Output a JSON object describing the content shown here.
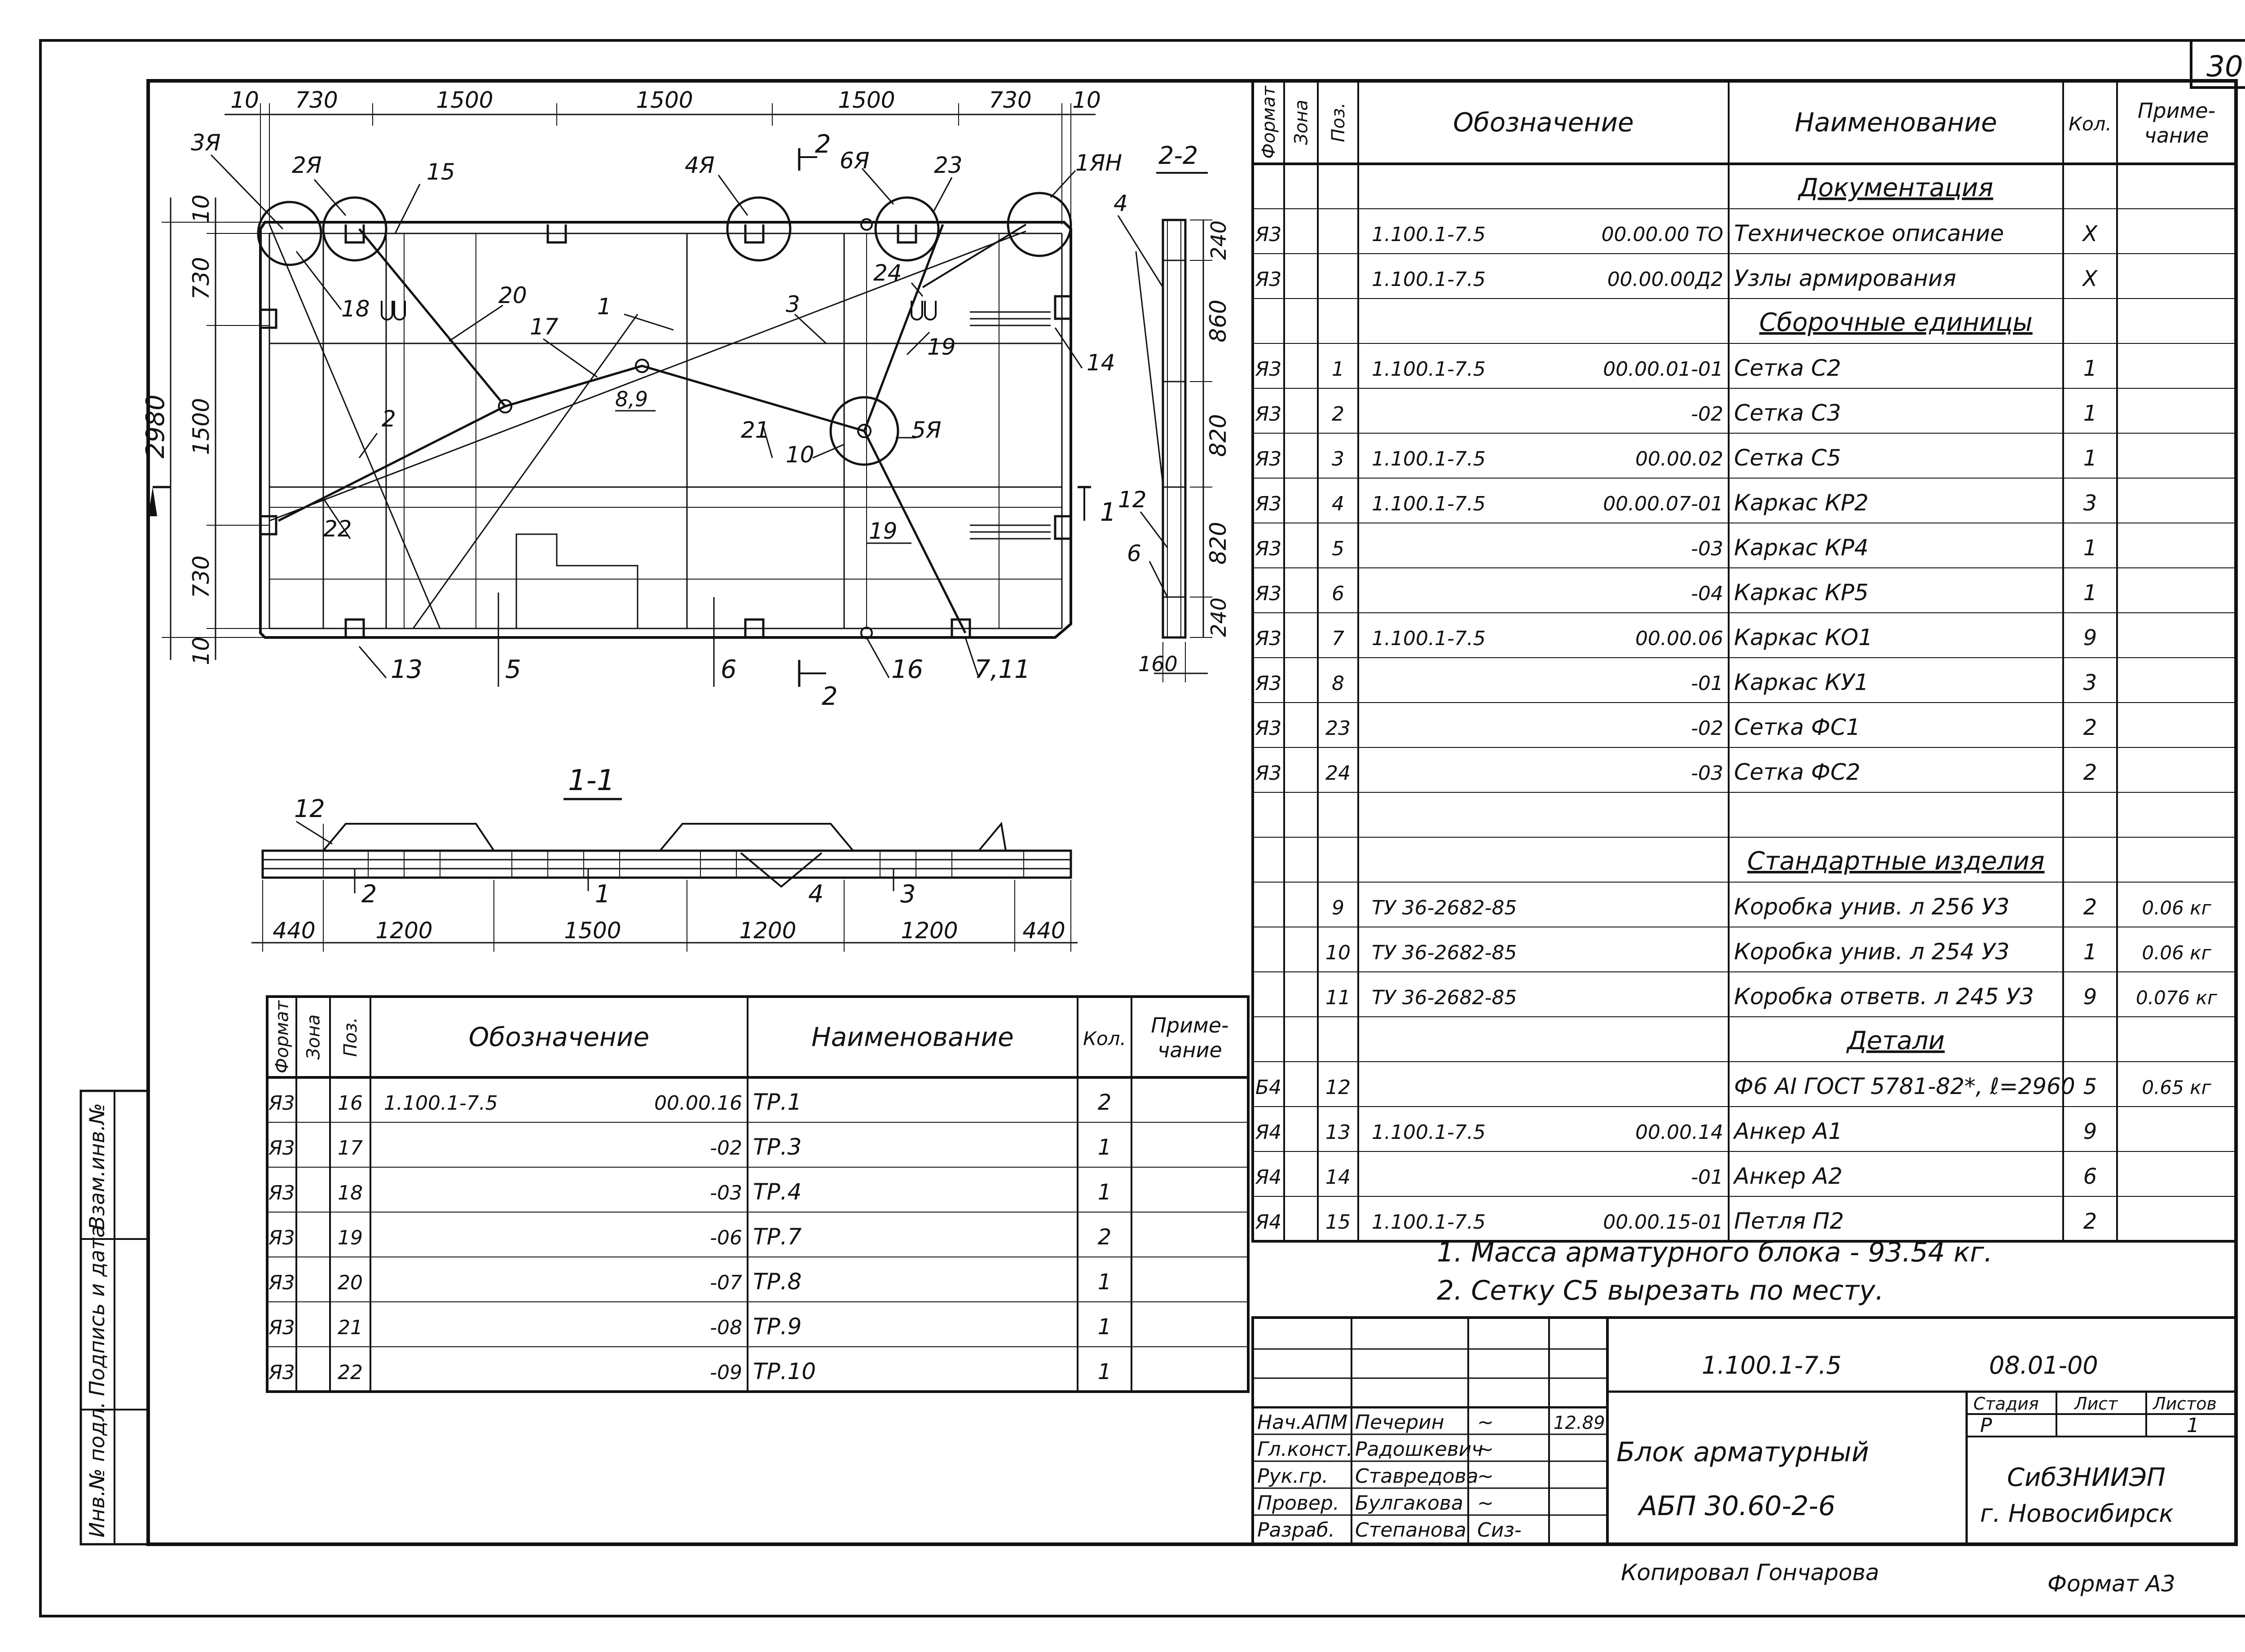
{
  "sheet_number": "30",
  "plan": {
    "top_dims": [
      "10",
      "730",
      "1500",
      "1500",
      "1500",
      "730",
      "10"
    ],
    "left_dims": [
      "10",
      "730",
      "1500",
      "730",
      "10"
    ],
    "overall_height": "2980",
    "callouts": [
      "3Я",
      "2Я",
      "15",
      "4Я",
      "6Я",
      "23",
      "1ЯН",
      "18",
      "20",
      "17",
      "1",
      "3",
      "24",
      "19",
      "14",
      "2",
      "8,9",
      "21",
      "5Я",
      "10",
      "22",
      "19",
      "13",
      "5",
      "6",
      "16",
      "7,11"
    ],
    "section_marks": {
      "s1_num": "1",
      "s2_num": "2",
      "s2_num_b": "2"
    }
  },
  "section_22": {
    "title": "2-2",
    "dims": [
      "240",
      "860",
      "820",
      "820",
      "240"
    ],
    "width": "160",
    "labels": [
      "4",
      "12",
      "6"
    ]
  },
  "section_11": {
    "title": "1-1",
    "dims": [
      "440",
      "1200",
      "1500",
      "1200",
      "1200",
      "440"
    ],
    "labels": [
      "12",
      "2",
      "1",
      "4",
      "3"
    ]
  },
  "spec_left": {
    "headers": [
      "Формат",
      "Зона",
      "Поз.",
      "Обозначение",
      "Наименование",
      "Кол.",
      "Приме-",
      "чание"
    ],
    "rows": [
      [
        "Я3",
        "",
        "16",
        "1.100.1-7.5",
        "00.00.16",
        "ТР.1",
        "2",
        ""
      ],
      [
        "Я3",
        "",
        "17",
        "",
        "-02",
        "ТР.3",
        "1",
        ""
      ],
      [
        "Я3",
        "",
        "18",
        "",
        "-03",
        "ТР.4",
        "1",
        ""
      ],
      [
        "Я3",
        "",
        "19",
        "",
        "-06",
        "ТР.7",
        "2",
        ""
      ],
      [
        "Я3",
        "",
        "20",
        "",
        "-07",
        "ТР.8",
        "1",
        ""
      ],
      [
        "Я3",
        "",
        "21",
        "",
        "-08",
        "ТР.9",
        "1",
        ""
      ],
      [
        "Я3",
        "",
        "22",
        "",
        "-09",
        "ТР.10",
        "1",
        ""
      ]
    ]
  },
  "spec_right": {
    "headers": [
      "Формат",
      "Зона",
      "Поз.",
      "Обозначение",
      "Наименование",
      "Кол.",
      "Приме-",
      "чание"
    ],
    "rows": [
      [
        "",
        "",
        "",
        "",
        "",
        "Документация",
        "",
        ""
      ],
      [
        "Я3",
        "",
        "",
        "1.100.1-7.5",
        "00.00.00 ТО",
        "Техническое описание",
        "X",
        ""
      ],
      [
        "Я3",
        "",
        "",
        "1.100.1-7.5",
        "00.00.00Д2",
        "Узлы армирования",
        "X",
        ""
      ],
      [
        "",
        "",
        "",
        "",
        "",
        "Сборочные единицы",
        "",
        ""
      ],
      [
        "Я3",
        "",
        "1",
        "1.100.1-7.5",
        "00.00.01-01",
        "Сетка С2",
        "1",
        ""
      ],
      [
        "Я3",
        "",
        "2",
        "",
        "-02",
        "Сетка С3",
        "1",
        ""
      ],
      [
        "Я3",
        "",
        "3",
        "1.100.1-7.5",
        "00.00.02",
        "Сетка С5",
        "1",
        ""
      ],
      [
        "Я3",
        "",
        "4",
        "1.100.1-7.5",
        "00.00.07-01",
        "Каркас КР2",
        "3",
        ""
      ],
      [
        "Я3",
        "",
        "5",
        "",
        "-03",
        "Каркас КР4",
        "1",
        ""
      ],
      [
        "Я3",
        "",
        "6",
        "",
        "-04",
        "Каркас КР5",
        "1",
        ""
      ],
      [
        "Я3",
        "",
        "7",
        "1.100.1-7.5",
        "00.00.06",
        "Каркас КО1",
        "9",
        ""
      ],
      [
        "Я3",
        "",
        "8",
        "",
        "-01",
        "Каркас КУ1",
        "3",
        ""
      ],
      [
        "Я3",
        "",
        "23",
        "",
        "-02",
        "Сетка ФС1",
        "2",
        ""
      ],
      [
        "Я3",
        "",
        "24",
        "",
        "-03",
        "Сетка ФС2",
        "2",
        ""
      ],
      [
        "",
        "",
        "",
        "",
        "",
        "",
        "",
        ""
      ],
      [
        "",
        "",
        "",
        "",
        "",
        "Стандартные изделия",
        "",
        ""
      ],
      [
        "",
        "",
        "9",
        "ТУ 36-2682-85",
        "",
        "Коробка унив. л 256 У3",
        "2",
        "0.06 кг"
      ],
      [
        "",
        "",
        "10",
        "ТУ 36-2682-85",
        "",
        "Коробка унив. л 254 У3",
        "1",
        "0.06 кг"
      ],
      [
        "",
        "",
        "11",
        "ТУ 36-2682-85",
        "",
        "Коробка ответв. л 245 У3",
        "9",
        "0.076 кг"
      ],
      [
        "",
        "",
        "",
        "",
        "",
        "Детали",
        "",
        ""
      ],
      [
        "Б4",
        "",
        "12",
        "",
        "",
        "Ф6 АI ГОСТ 5781-82*, ℓ=2960",
        "5",
        "0.65 кг"
      ],
      [
        "Я4",
        "",
        "13",
        "1.100.1-7.5",
        "00.00.14",
        "Анкер А1",
        "9",
        ""
      ],
      [
        "Я4",
        "",
        "14",
        "",
        "-01",
        "Анкер А2",
        "6",
        ""
      ],
      [
        "Я4",
        "",
        "15",
        "1.100.1-7.5",
        "00.00.15-01",
        "Петля П2",
        "2",
        ""
      ]
    ]
  },
  "notes": [
    "1. Масса арматурного блока - 93.54 кг.",
    "2. Сетку С5 вырезать по месту."
  ],
  "title_block": {
    "doc_code": "1.100.1-7.5",
    "doc_num": "08.01-00",
    "title_line1": "Блок арматурный",
    "title_line2": "АБП 30.60-2-6",
    "stage_label": "Стадия",
    "sheet_label": "Лист",
    "sheets_label": "Листов",
    "stage": "Р",
    "sheets": "1",
    "org_line1": "СибЗНИИЭП",
    "org_line2": "г. Новосибирск",
    "date": "12.89",
    "people": [
      {
        "role": "Нач.АПМ",
        "name": "Печерин",
        "sign": "~"
      },
      {
        "role": "Гл.конст.",
        "name": "Радошкевич",
        "sign": "~"
      },
      {
        "role": "Рук.гр.",
        "name": "Ставредова",
        "sign": "~"
      },
      {
        "role": "Провер.",
        "name": "Булгакова",
        "sign": "~"
      },
      {
        "role": "Разраб.",
        "name": "Степанова",
        "sign": "Сиз-"
      }
    ],
    "copied_by": "Копировал Гончарова",
    "format": "Формат А3"
  },
  "side_stamp": [
    "Инв.№ подл.",
    "Подпись и дата",
    "Взам.инв.№"
  ]
}
